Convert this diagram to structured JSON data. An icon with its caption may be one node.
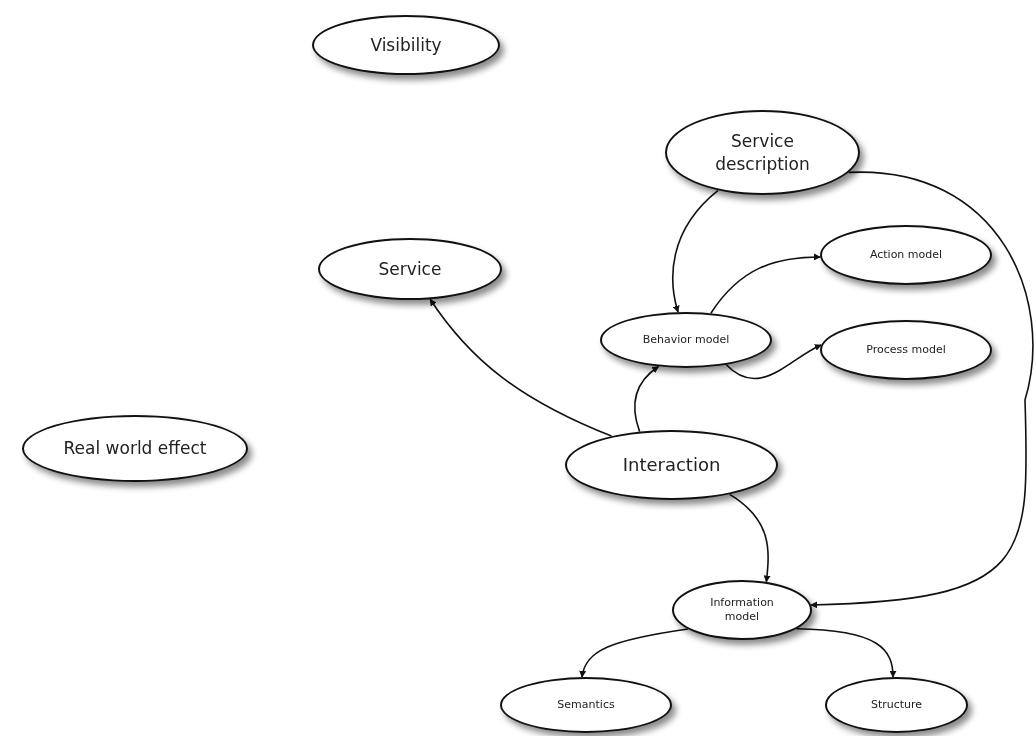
{
  "diagram": {
    "nodes": [
      {
        "text": [
          "Visibility"
        ]
      },
      {
        "text": [
          "Service description"
        ]
      },
      {
        "text": [
          "Service"
        ]
      },
      {
        "text": [
          "Action model"
        ]
      },
      {
        "text": [
          "Behavior model"
        ]
      },
      {
        "text": [
          "Process model"
        ]
      },
      {
        "text": [
          "Real world effect"
        ]
      },
      {
        "text": [
          "Interaction"
        ]
      },
      {
        "text": [
          "Information model"
        ]
      },
      {
        "text": [
          "Semantics"
        ]
      },
      {
        "text": [
          "Structure"
        ]
      }
    ],
    "edges": [
      {
        "from": 1,
        "to": 4,
        "arrow": "to"
      },
      {
        "from": 1,
        "to": 8,
        "arrow": "to"
      },
      {
        "from": 4,
        "to": 3,
        "arrow": "to"
      },
      {
        "from": 4,
        "to": 5,
        "arrow": "to"
      },
      {
        "from": 7,
        "to": 2,
        "arrow": "to"
      },
      {
        "from": 7,
        "to": 4,
        "arrow": "to"
      },
      {
        "from": 7,
        "to": 8,
        "arrow": "to"
      },
      {
        "from": 8,
        "to": 9,
        "arrow": "to"
      },
      {
        "from": 8,
        "to": 10,
        "arrow": "to"
      }
    ]
  }
}
